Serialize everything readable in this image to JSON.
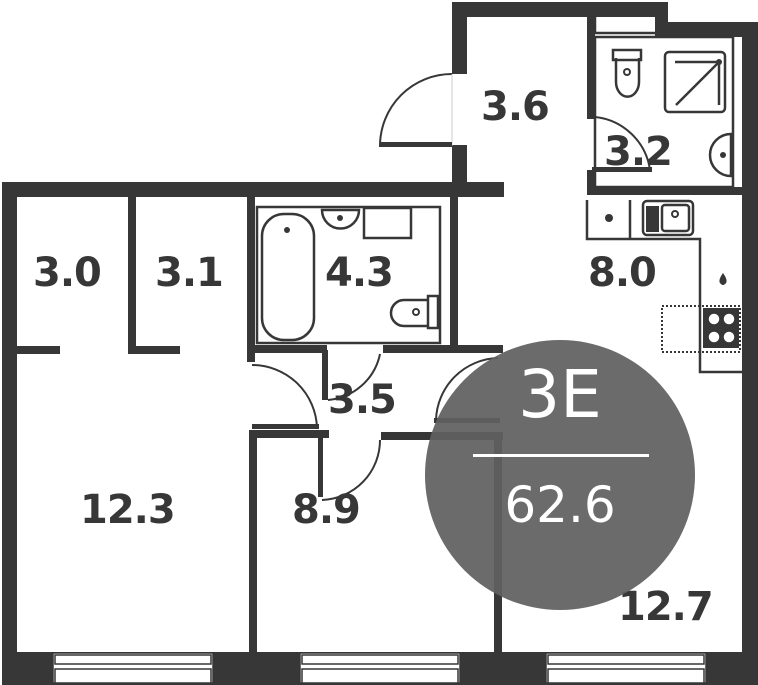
{
  "apartment": {
    "type_label": "3E",
    "total_area": "62.6",
    "badge_color": "#606060",
    "wall_color": "#373737"
  },
  "rooms": [
    {
      "id": "storage-1",
      "label": "3.0"
    },
    {
      "id": "storage-2",
      "label": "3.1"
    },
    {
      "id": "bathroom",
      "label": "4.3"
    },
    {
      "id": "entrance-hall",
      "label": "3.6"
    },
    {
      "id": "shower-room",
      "label": "3.2"
    },
    {
      "id": "kitchen",
      "label": "8.0"
    },
    {
      "id": "corridor",
      "label": "3.5"
    },
    {
      "id": "bedroom-1",
      "label": "12.3"
    },
    {
      "id": "bedroom-2",
      "label": "8.9"
    },
    {
      "id": "living-room",
      "label": "12.7"
    }
  ],
  "fixtures": {
    "icons": [
      "bathtub-icon",
      "sink-icon",
      "washing-machine-icon",
      "toilet-icon",
      "shower-icon",
      "kitchen-sink-icon",
      "stove-icon",
      "fridge-icon",
      "water-point-icon",
      "ventilation-icon"
    ]
  }
}
